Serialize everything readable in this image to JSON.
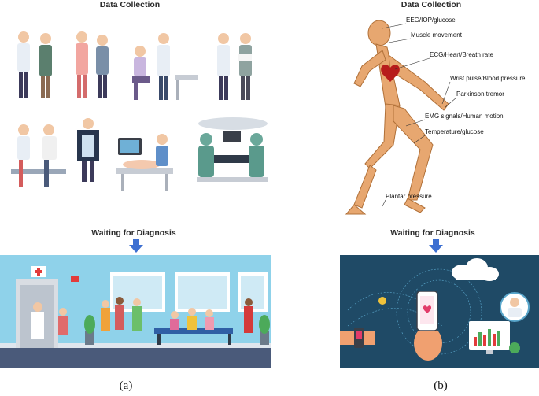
{
  "left": {
    "data_collection_title": "Data Collection",
    "waiting_title": "Waiting for Diagnosis",
    "caption": "(a)"
  },
  "right": {
    "data_collection_title": "Data Collection",
    "waiting_title": "Waiting for Diagnosis",
    "caption": "(b)",
    "sensor_labels": [
      "EEG/IOP/glucose",
      "Muscle movement",
      "ECG/Heart/Breath rate",
      "Wrist pulse/Blood pressure",
      "Parkinson tremor",
      "EMG signals/Human motion",
      "Temperature/glucose",
      "Plantar pressure"
    ]
  },
  "colors": {
    "arrow": "#3d6fd1",
    "clinic_bg": "#8fd2ea",
    "digital_bg": "#1f4a66"
  }
}
